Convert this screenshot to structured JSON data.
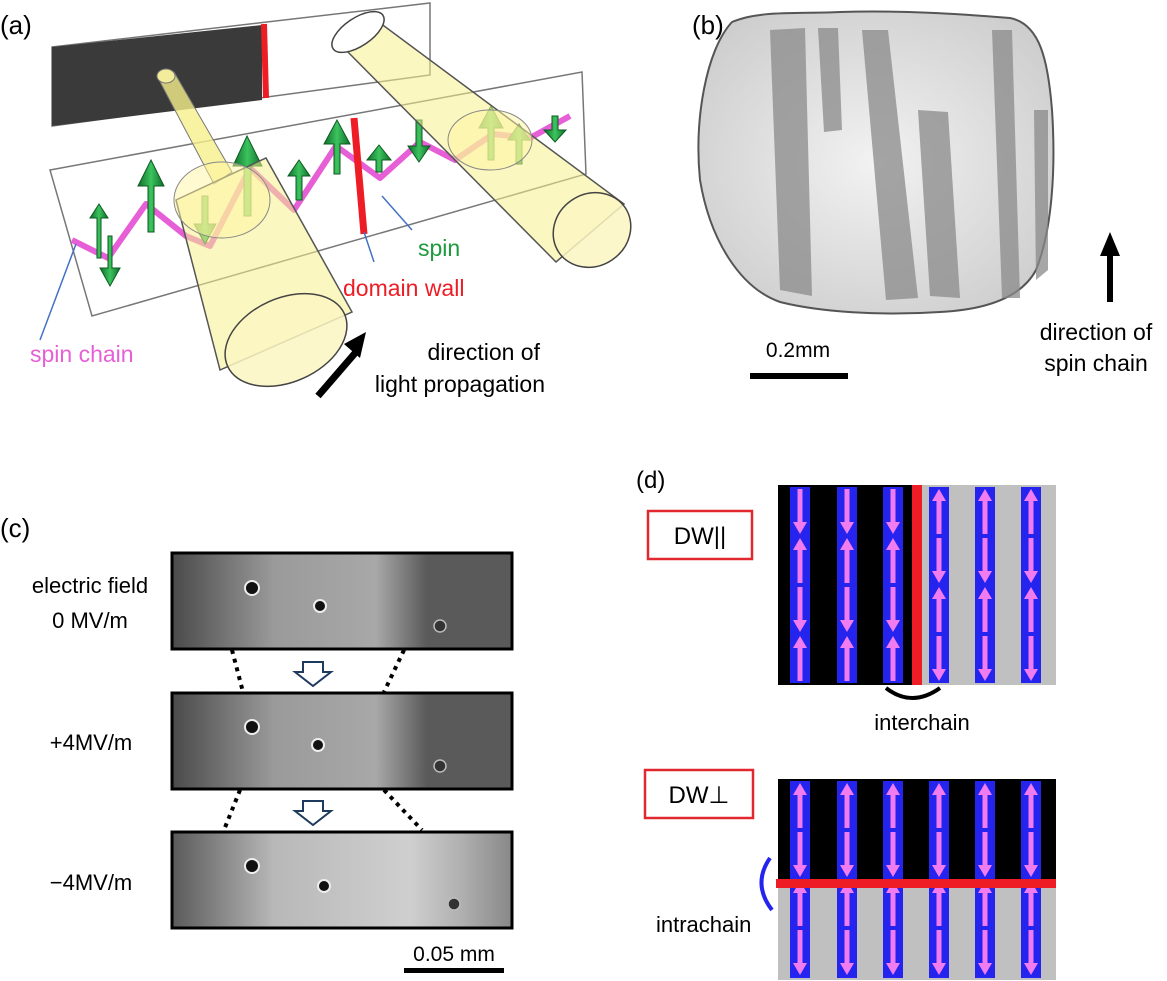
{
  "panels": {
    "a": {
      "label": "(a)",
      "spin_label": "spin",
      "domain_wall_label": "domain wall",
      "spin_chain_label": "spin chain",
      "light_label_line1": "direction of",
      "light_label_line2": "light propagation"
    },
    "b": {
      "label": "(b)",
      "scale_label": "0.2mm",
      "direction_line1": "direction of",
      "direction_line2": "spin chain"
    },
    "c": {
      "label": "(c)",
      "field_title": "electric field",
      "field_0": "0 MV/m",
      "field_plus": "+4MV/m",
      "field_minus": "−4MV/m",
      "scale_label": "0.05 mm"
    },
    "d": {
      "label": "(d)",
      "dw_parallel": "DW||",
      "dw_perp": "DW⊥",
      "interchain": "interchain",
      "intrachain": "intrachain"
    }
  },
  "colors": {
    "spin": "#1d9a3c",
    "domain_wall": "#ee1c24",
    "spin_chain": "#e65fd6",
    "beam": "#f6f08c",
    "chain_blue": "#2424ee",
    "arrow_pink": "#f07cf0",
    "box_red": "#e0282e"
  }
}
